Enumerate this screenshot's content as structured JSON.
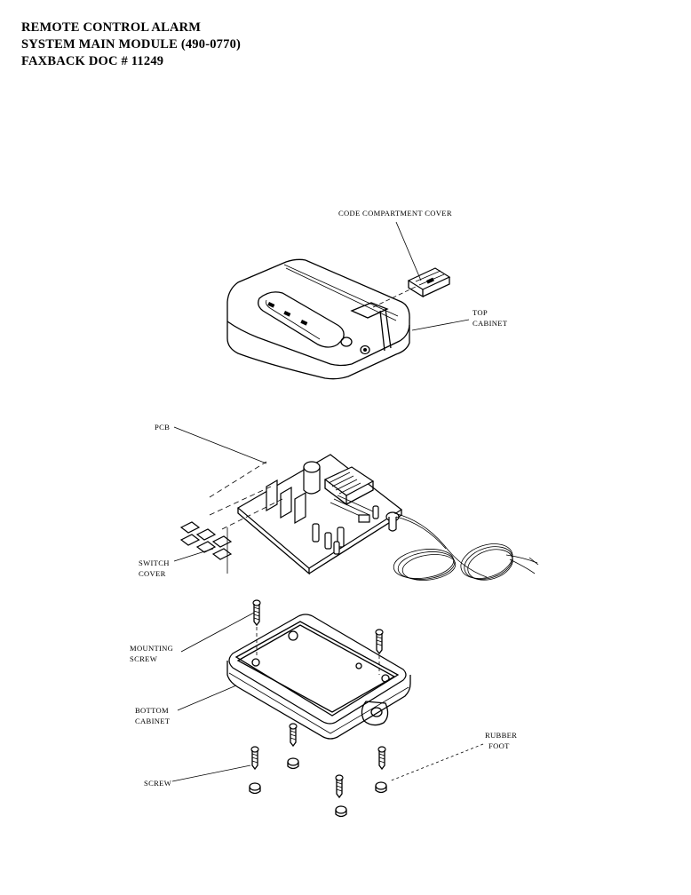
{
  "header": {
    "line1": "REMOTE CONTROL ALARM",
    "line2": "SYSTEM MAIN MODULE  (490-0770)",
    "line3": "FAXBACK DOC # 11249"
  },
  "labels": {
    "code_compartment_cover": "CODE COMPARTMENT COVER",
    "top_cabinet_1": "TOP",
    "top_cabinet_2": "CABINET",
    "pcb": "PCB",
    "switch_cover_1": "SWITCH",
    "switch_cover_2": "COVER",
    "mounting_screw_1": "MOUNTING",
    "mounting_screw_2": "SCREW",
    "bottom_cabinet_1": "BOTTOM",
    "bottom_cabinet_2": "CABINET",
    "rubber_foot_1": "RUBBER",
    "rubber_foot_2": "FOOT",
    "screw": "SCREW"
  }
}
